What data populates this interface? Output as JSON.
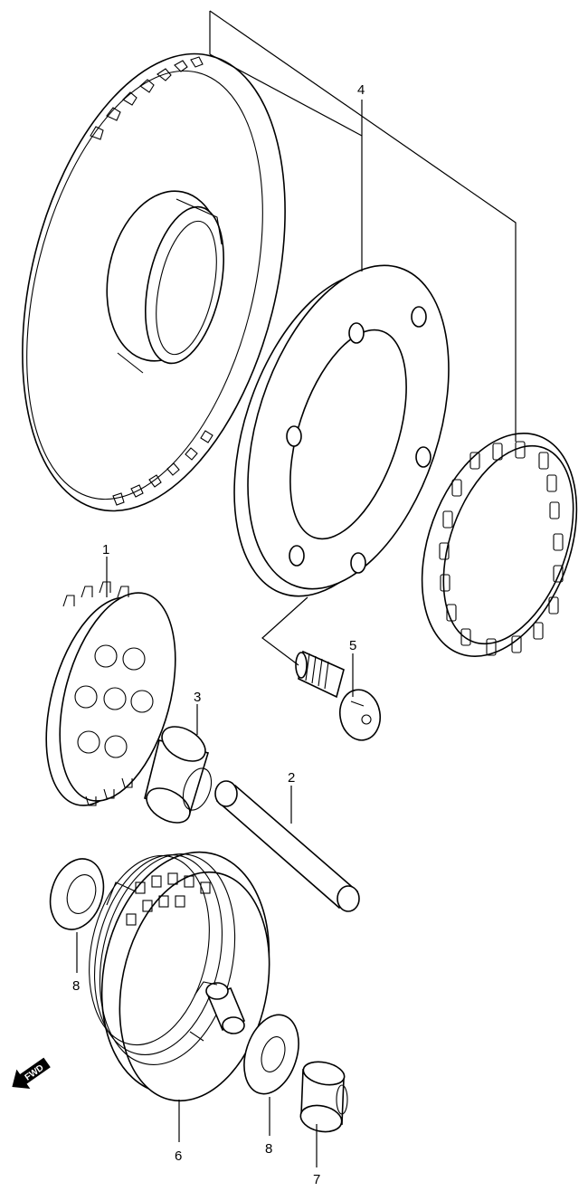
{
  "callouts": [
    {
      "id": "c1",
      "text": "1"
    },
    {
      "id": "c2",
      "text": "2"
    },
    {
      "id": "c3",
      "text": "3"
    },
    {
      "id": "c4",
      "text": "4"
    },
    {
      "id": "c5",
      "text": "5"
    },
    {
      "id": "c6",
      "text": "6"
    },
    {
      "id": "c7",
      "text": "7"
    },
    {
      "id": "c8a",
      "text": "8"
    },
    {
      "id": "c8b",
      "text": "8"
    }
  ],
  "direction_arrow": {
    "label": "FWD"
  }
}
